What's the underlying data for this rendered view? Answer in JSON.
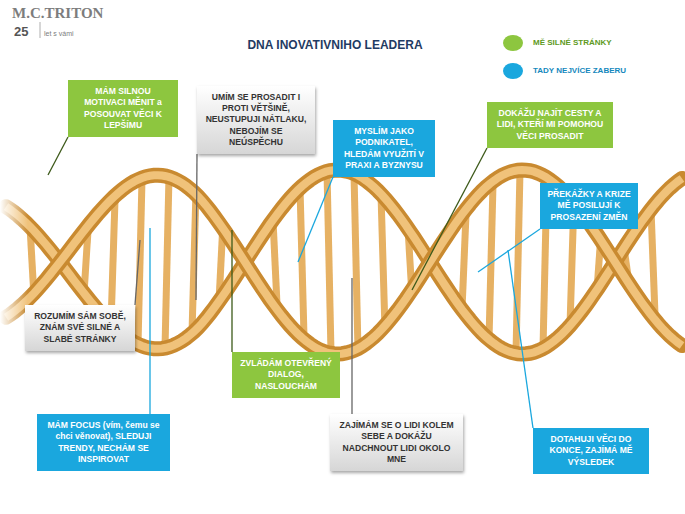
{
  "diagram": {
    "title": "DNA INOVATIVNIHO LEADERA",
    "nodes": [
      {
        "text": [
          "MÁM SILNOU MOTIVACI MĚNIT a POSOUVAT VĚCI K LEPŠÍMU"
        ]
      },
      {
        "text": [
          "UMÍM SE PROSADIT I PROTI VĚTŠINĚ, NEUSTUPUJI NÁTLAKU, NEBOJÍM SE NEÚSPĚCHU"
        ]
      },
      {
        "text": [
          "MYSLÍM JAKO PODNIKATEL, HLEDÁM VYUŽITÍ V PRAXI A BYZNYSU"
        ]
      },
      {
        "text": [
          "DOKÁŽU NAJÍT CESTY A LIDI, KTEŘÍ MI POMOHOU VĚCI PROSADIT"
        ]
      },
      {
        "text": [
          "PŘEKÁŽKY A KRIZE MĚ POSILUJÍ K PROSAZENÍ ZMĚN"
        ]
      },
      {
        "text": [
          "ROZUMÍM SÁM SOBĚ, ZNÁM SVÉ SILNÉ A SLABÉ STRÁNKY"
        ]
      },
      {
        "text": [
          "ZVLÁDÁM OTEVŘENÝ DIALOG, NASLOUCHÁM"
        ]
      },
      {
        "text": [
          "MÁM FOCUS (vím, čemu se chci věnovat), SLEDUJI TRENDY, NECHÁM SE INSPIROVAT"
        ]
      },
      {
        "text": [
          "ZAJÍMÁM SE O LIDI KOLEM SEBE A DOKÁŽU NADCHNOUT LIDI OKOLO MNE"
        ]
      },
      {
        "text": [
          "DOTAHUJI VĚCI DO KONCE, ZAJÍMÁ MĚ VÝSLEDEK"
        ]
      }
    ],
    "labels": [
      "M.C.TRITON",
      "25",
      "let s vámi"
    ],
    "legend": [
      {
        "text": "MĚ SILNÉ STRÁNKY",
        "color": "#8dc63f"
      },
      {
        "text": "TADY NEJVÍCE ZABERU",
        "color": "#1aa7de"
      }
    ]
  }
}
